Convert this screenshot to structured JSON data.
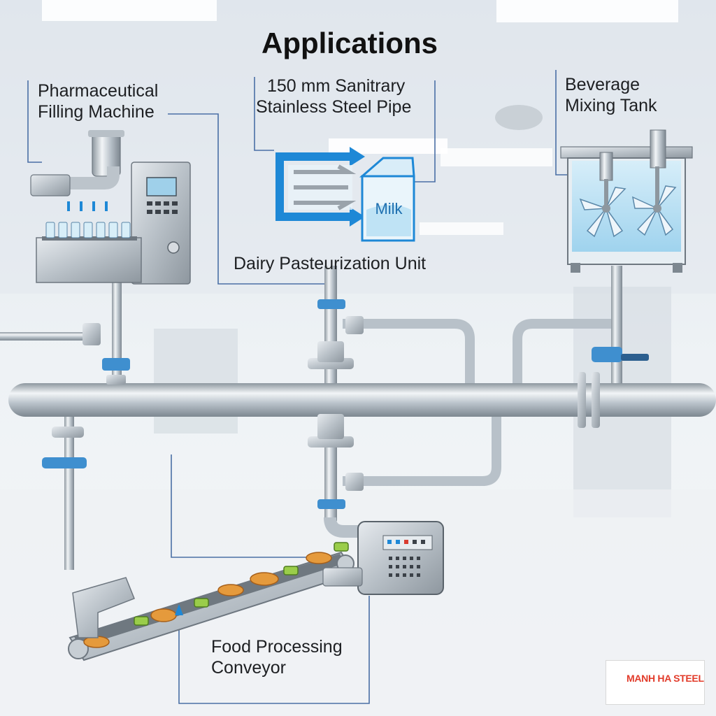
{
  "title": "Applications",
  "labels": {
    "pharma": [
      "Pharmaceutical",
      "Filling Machine"
    ],
    "pipe": [
      "150 mm Sanitrary",
      "Stainless Steel Pipe"
    ],
    "beverage": [
      "Beverage",
      "Mixing Tank"
    ],
    "dairy": "Dairy Pasteurization Unit",
    "food": [
      "Food Processing",
      "Conveyor"
    ]
  },
  "milk_carton_text": "Milk",
  "logo": {
    "name": "MANH HA STEEL"
  },
  "colors": {
    "pipe": "#c3ccd4",
    "clamp": "#3f8fcf",
    "leader": "#4a6fa5",
    "icon_blue": "#1e88d6",
    "tank_water": "#bfe3f5"
  }
}
